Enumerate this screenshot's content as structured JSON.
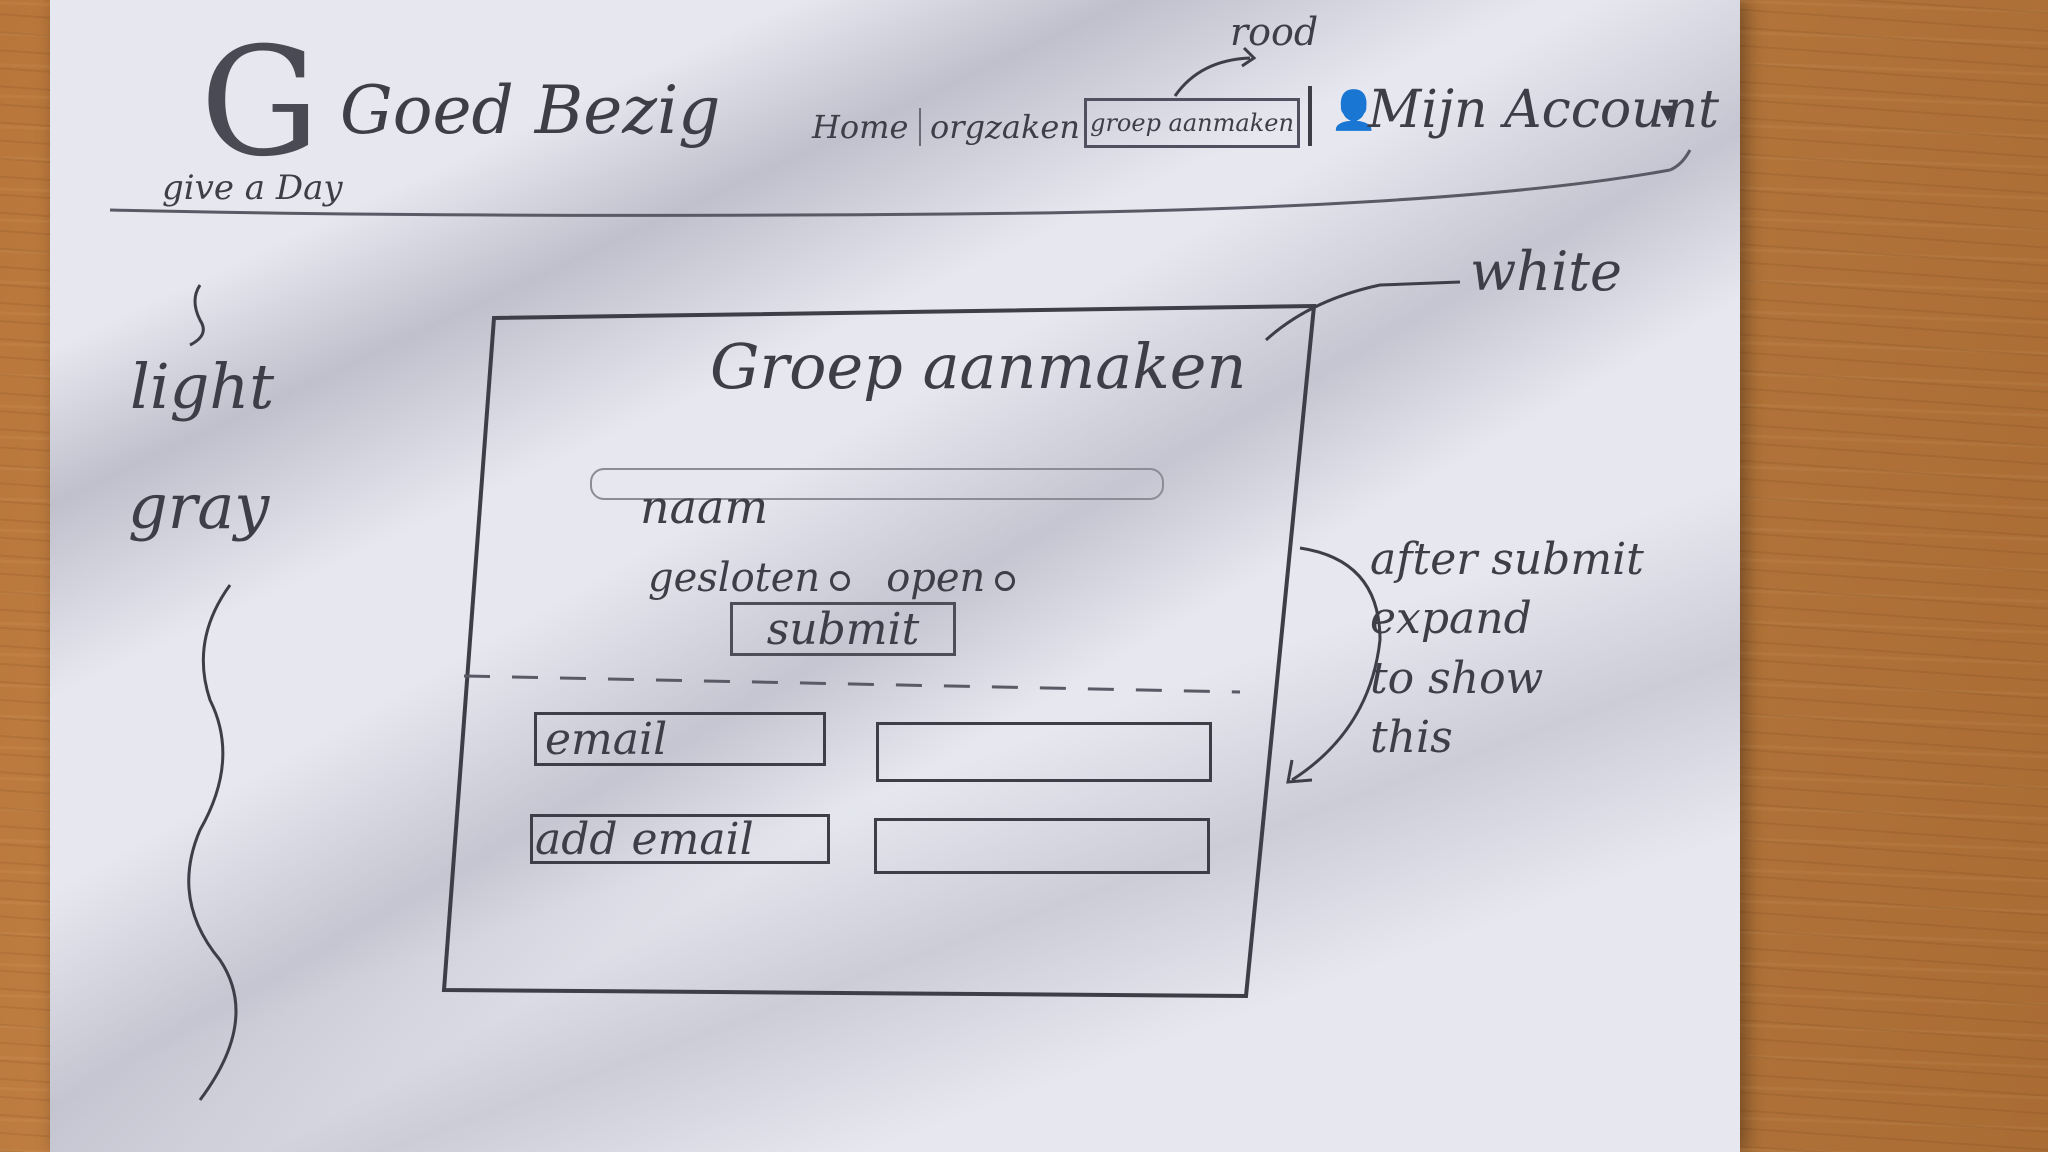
{
  "header": {
    "logo_letter": "G",
    "tagline": "give a Day",
    "brand": "Goed Bezig",
    "nav": {
      "home": "Home",
      "organizations": "orgzaken",
      "active_tab": "groep aanmaken"
    },
    "active_tab_note": "rood",
    "account_icon": "user-icon",
    "account_label": "Mijn Account",
    "caret": "▾"
  },
  "annotations": {
    "panel_bg": "white",
    "page_bg_1": "light",
    "page_bg_2": "gray",
    "after_submit": "after submit\nexpand\nto show\nthis"
  },
  "form": {
    "title": "Groep aanmaken",
    "name_placeholder": "naam",
    "option_closed": "gesloten",
    "option_open": "open",
    "submit_label": "submit",
    "email_label": "email",
    "add_email_label": "add email"
  },
  "colors": {
    "paper": "#e6e7ef",
    "ink": "#3e3e48",
    "desk": "#c98a4b"
  }
}
